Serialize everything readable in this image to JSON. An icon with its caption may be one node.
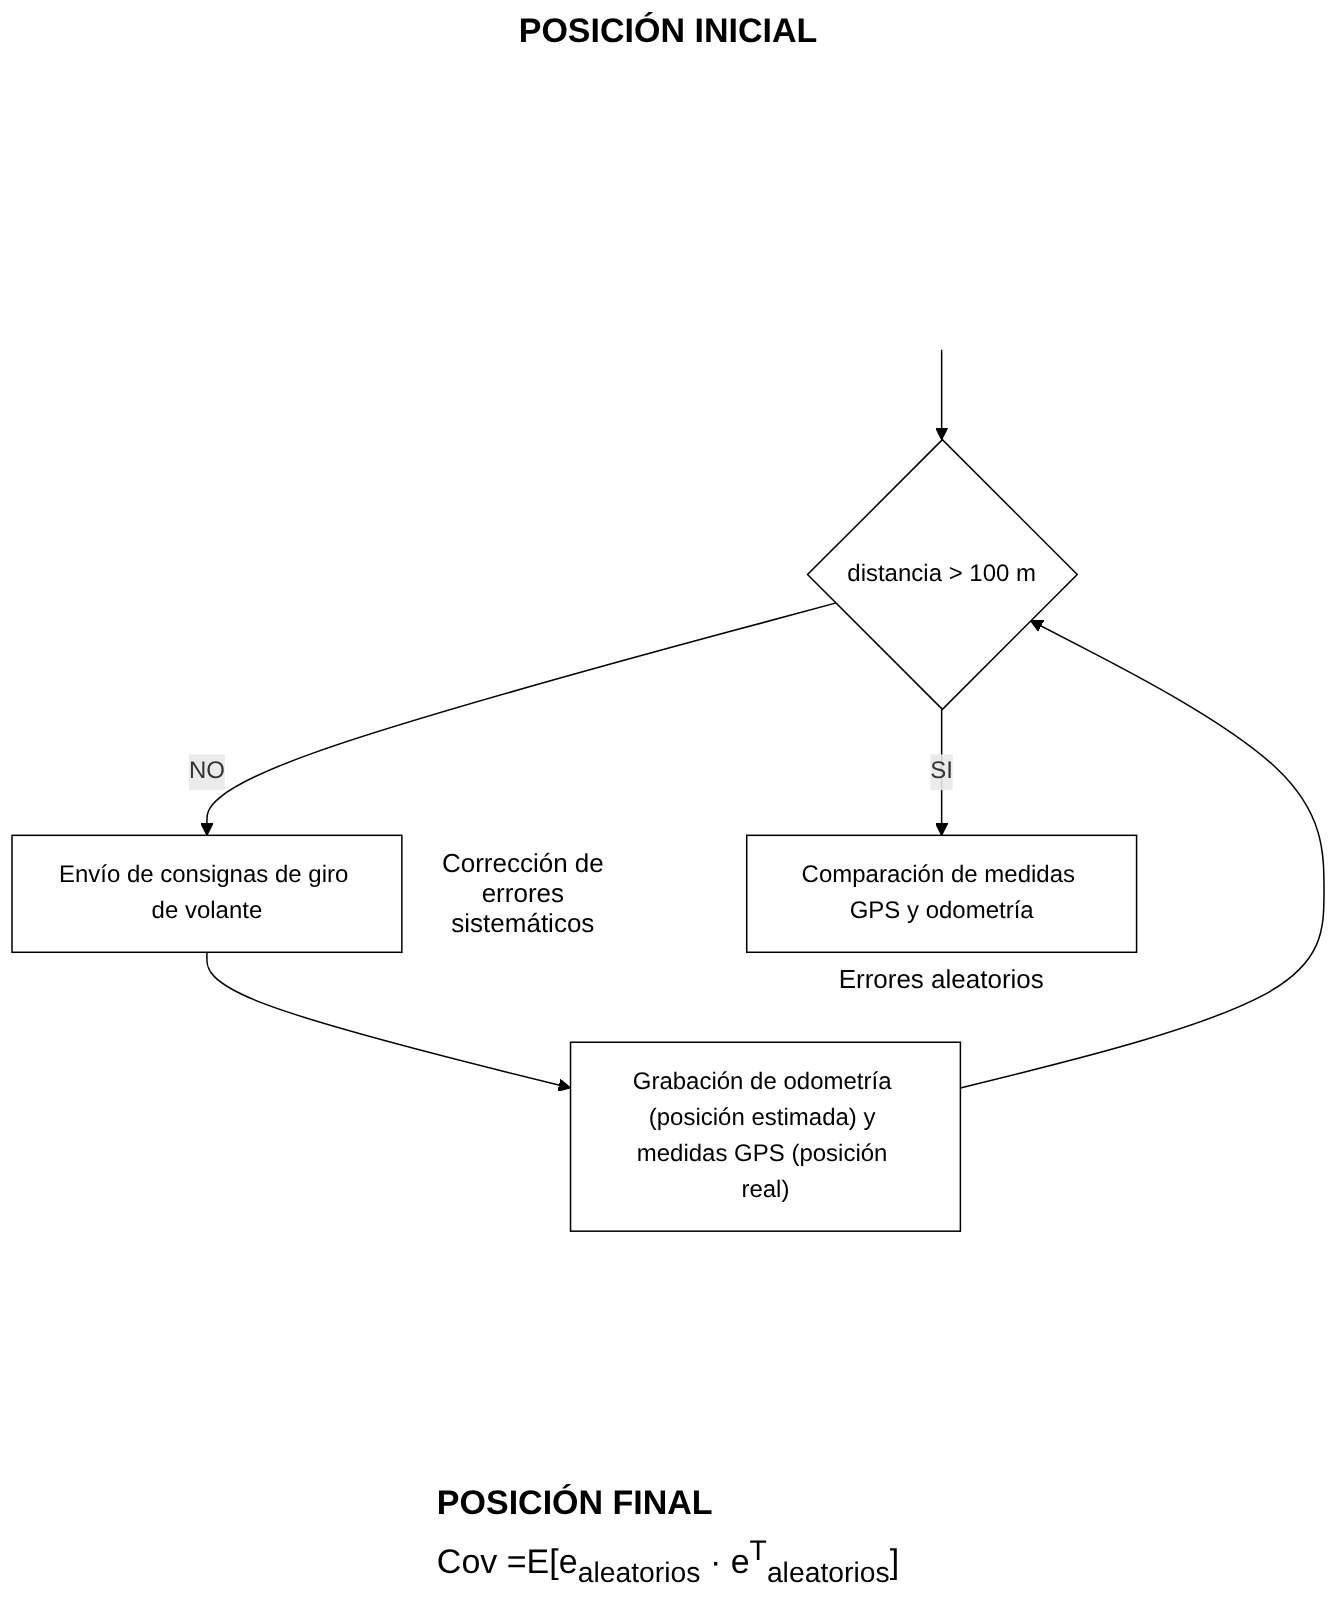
{
  "diagram": {
    "nodes": [
      {
        "text": [
          "distancia > 100 m"
        ]
      },
      {
        "text": [
          "Envío de consignas de giro de volante"
        ],
        "beside": [
          "Corrección de errores sistemáticos"
        ]
      },
      {
        "text": [
          "Grabación de odometría (posición estimada) y medidas GPS (posición real)"
        ]
      },
      {
        "text": [
          "Comparación de medidas GPS y odometría"
        ],
        "beside": [
          "Errores aleatorios"
        ]
      }
    ],
    "edges": [
      {
        "from": null,
        "to": 0,
        "arrow": "to"
      },
      {
        "from": 0,
        "to": 1,
        "arrow": "to",
        "label": "NO"
      },
      {
        "from": 1,
        "to": 2,
        "arrow": "to"
      },
      {
        "from": 2,
        "to": 0,
        "arrow": "to"
      },
      {
        "from": 0,
        "to": 3,
        "arrow": "to",
        "label": "SI"
      }
    ],
    "labels": [
      "POSICIÓN INICIAL",
      "POSICIÓN FINAL",
      "Cov =E[e$_{aleatorios}$ · e$^{T}$$_{aleatorios}$]"
    ]
  }
}
